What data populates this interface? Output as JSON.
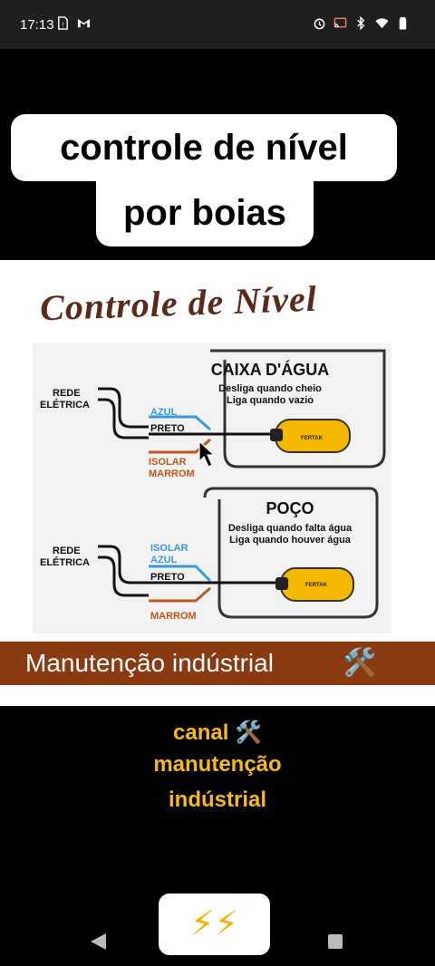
{
  "status_bar": {
    "time": "17:13",
    "left_icons": [
      "sim-alert-icon",
      "gmail-icon"
    ],
    "right_icons": [
      "alarm-icon",
      "cast-icon",
      "bluetooth-icon",
      "wifi-icon",
      "battery-icon"
    ]
  },
  "caption": {
    "line1": "controle de nível",
    "line2": "por boias"
  },
  "diagram": {
    "title": "Controle de Nível",
    "top": {
      "box_title": "CAIXA D'ÁGUA",
      "line1": "Desliga quando cheio",
      "line2": "Liga quando vazio",
      "rede": "REDE",
      "eletrica": "ELÉTRICA",
      "azul": "AZUL",
      "preto": "PRETO",
      "isolar": "ISOLAR",
      "marrom": "MARROM",
      "brand": "FERTAK"
    },
    "bottom": {
      "box_title": "POÇO",
      "line1": "Desliga quando falta água",
      "line2": "Liga quando houver água",
      "rede": "REDE",
      "eletrica": "ELÉTRICA",
      "isolar": "ISOLAR",
      "azul": "AZUL",
      "preto": "PRETO",
      "marrom": "MARROM",
      "brand": "FERTAK"
    }
  },
  "banner": {
    "text": "Manutenção indústrial",
    "icon": "🛠️"
  },
  "channel": {
    "line1": "canal 🛠️",
    "line2": "manutenção",
    "line3": "indústrial"
  },
  "emoji_box": "⚡⚡",
  "colors": {
    "brand_brown": "#8a3a10",
    "title_brown": "#5a2a1a",
    "caption_yellow": "#f7b81b",
    "wire_blue": "#3a9ad9",
    "wire_brown": "#c0561e",
    "float_yellow": "#f5b800"
  }
}
